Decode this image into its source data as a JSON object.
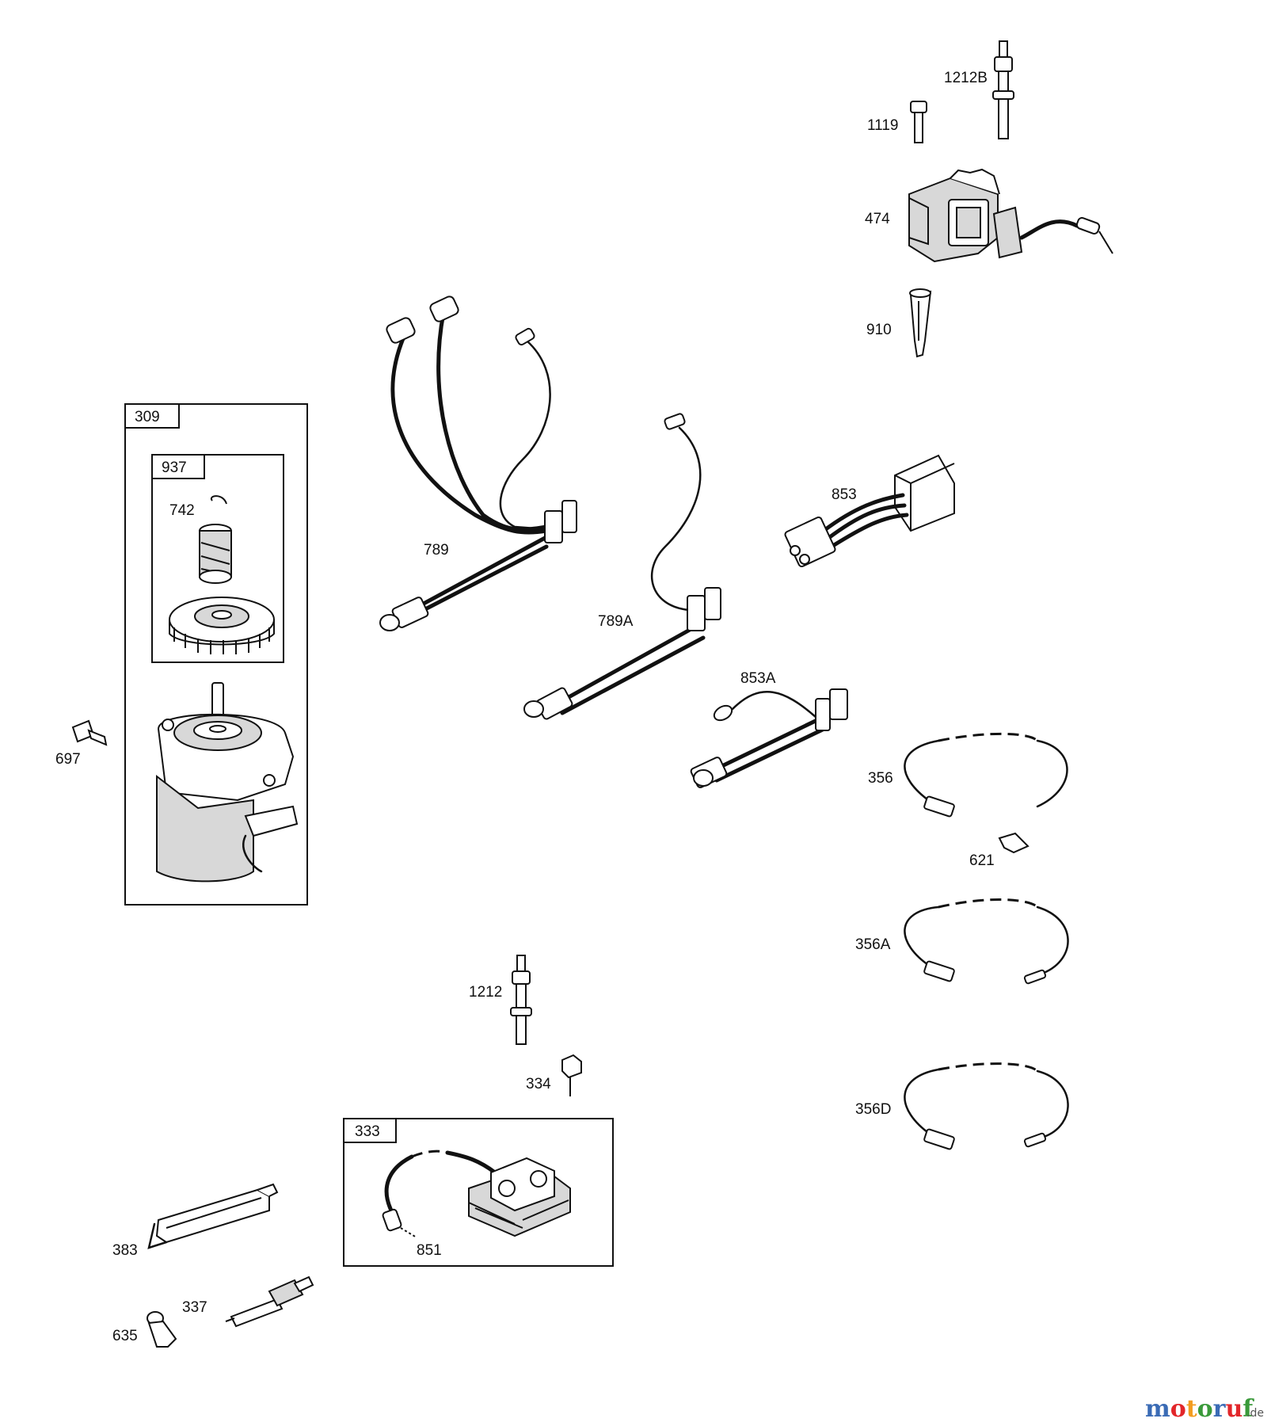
{
  "labels": {
    "p1212B": "1212B",
    "p1119": "1119",
    "p474": "474",
    "p910": "910",
    "p309": "309",
    "p937": "937",
    "p742": "742",
    "p697": "697",
    "p789": "789",
    "p789A": "789A",
    "p853": "853",
    "p853A": "853A",
    "p356": "356",
    "p621": "621",
    "p356A": "356A",
    "p356D": "356D",
    "p1212": "1212",
    "p334": "334",
    "p333": "333",
    "p851": "851",
    "p383": "383",
    "p337": "337",
    "p635": "635"
  },
  "watermark": {
    "letters": [
      "m",
      "o",
      "t",
      "o",
      "r",
      "u",
      "f"
    ],
    "letter_colors": [
      "#3a6bb5",
      "#e2262a",
      "#f39c1f",
      "#3a9a3a",
      "#3a6bb5",
      "#e2262a",
      "#3a9a3a"
    ],
    "suffix": ".de"
  }
}
